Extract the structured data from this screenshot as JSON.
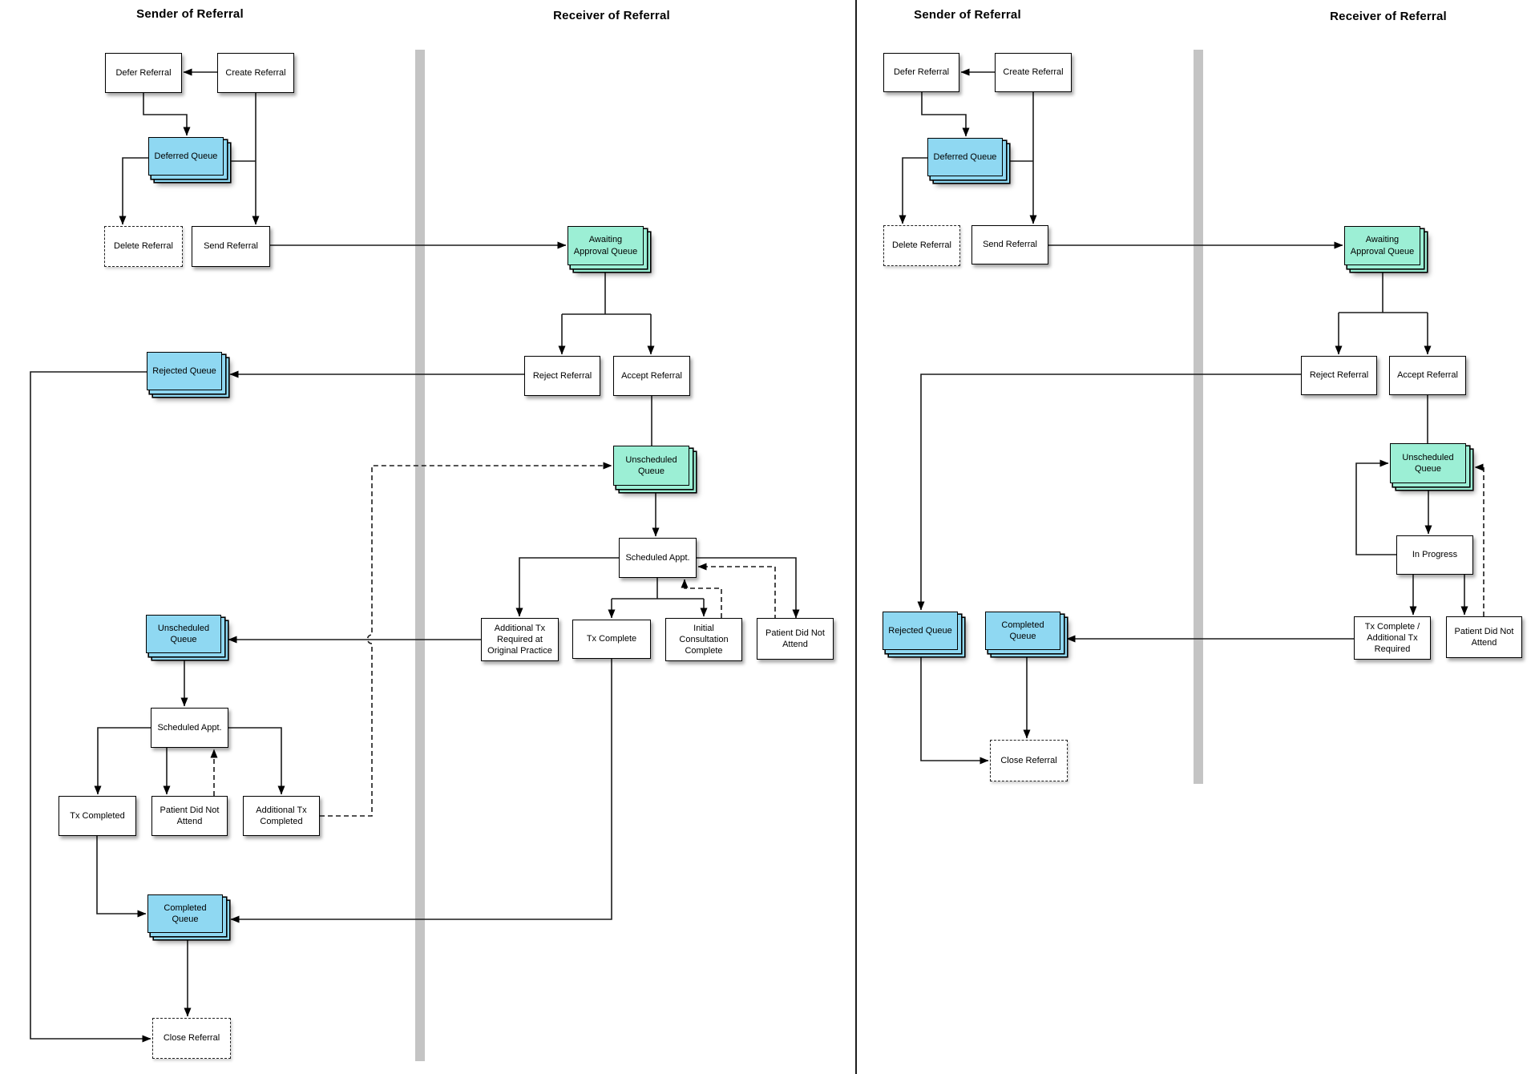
{
  "titles": {
    "left_sender": "Sender of Referral",
    "left_receiver": "Receiver of Referral",
    "right_sender": "Sender of Referral",
    "right_receiver": "Receiver of Referral"
  },
  "left": {
    "defer_referral": "Defer Referral",
    "create_referral": "Create Referral",
    "deferred_queue": "Deferred Queue",
    "delete_referral": "Delete Referral",
    "send_referral": "Send Referral",
    "awaiting_approval_queue": "Awaiting\nApproval Queue",
    "rejected_queue": "Rejected Queue",
    "reject_referral": "Reject Referral",
    "accept_referral": "Accept Referral",
    "unscheduled_queue_receiver": "Unscheduled\nQueue",
    "scheduled_appt_receiver": "Scheduled Appt.",
    "additional_tx_required": "Additional Tx\nRequired at\nOriginal Practice",
    "tx_complete": "Tx Complete",
    "initial_consultation_complete": "Initial\nConsultation\nComplete",
    "patient_did_not_attend_receiver": "Patient Did Not\nAttend",
    "unscheduled_queue_sender": "Unscheduled\nQueue",
    "scheduled_appt_sender": "Scheduled Appt.",
    "tx_completed": "Tx Completed",
    "patient_did_not_attend_sender": "Patient Did Not\nAttend",
    "additional_tx_completed": "Additional Tx\nCompleted",
    "completed_queue": "Completed\nQueue",
    "close_referral": "Close Referral"
  },
  "right": {
    "defer_referral": "Defer Referral",
    "create_referral": "Create Referral",
    "deferred_queue": "Deferred Queue",
    "delete_referral": "Delete Referral",
    "send_referral": "Send Referral",
    "awaiting_approval_queue": "Awaiting\nApproval Queue",
    "reject_referral": "Reject Referral",
    "accept_referral": "Accept Referral",
    "unscheduled_queue": "Unscheduled\nQueue",
    "in_progress": "In Progress",
    "tx_complete_additional_tx_required": "Tx Complete /\nAdditional Tx\nRequired",
    "patient_did_not_attend": "Patient Did Not\nAttend",
    "rejected_queue": "Rejected Queue",
    "completed_queue": "Completed\nQueue",
    "close_referral": "Close Referral"
  },
  "colors": {
    "queue_blue": "#8fd8f2",
    "queue_green": "#9cefd5",
    "divider_gray": "#c4c4c4",
    "separator_black": "#1c1c1c",
    "line": "#1c1c1c"
  }
}
